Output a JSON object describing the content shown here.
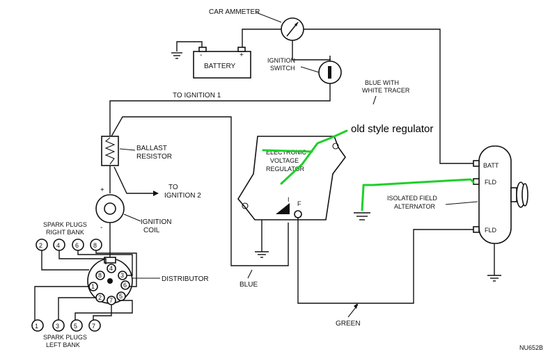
{
  "labels": {
    "car_ammeter": "CAR AMMETER",
    "battery": "BATTERY",
    "ignition_switch_1": "IGNITION",
    "ignition_switch_2": "SWITCH",
    "to_ignition_1": "TO IGNITION 1",
    "blue_white_1": "BLUE WITH",
    "blue_white_2": "WHITE TRACER",
    "ballast_1": "BALLAST",
    "ballast_2": "RESISTOR",
    "to_ign2_1": "TO",
    "to_ign2_2": "IGNITION 2",
    "regulator_1": "ELECTRONIC",
    "regulator_2": "VOLTAGE",
    "regulator_3": "REGULATOR",
    "reg_term_i": "I",
    "reg_term_f": "F",
    "batt": "BATT",
    "fld_top": "FLD",
    "fld_bottom": "FLD",
    "alternator_1": "ISOLATED FIELD",
    "alternator_2": "ALTERNATOR",
    "ignition_coil_1": "IGNITION",
    "ignition_coil_2": "COIL",
    "spark_right_1": "SPARK PLUGS",
    "spark_right_2": "RIGHT BANK",
    "spark_left_1": "SPARK PLUGS",
    "spark_left_2": "LEFT BANK",
    "distributor": "DISTRIBUTOR",
    "blue": "BLUE",
    "green": "GREEN",
    "figure_code": "NU652B",
    "battery_minus": "-",
    "battery_plus": "+",
    "coil_plus": "+",
    "coil_minus": "-"
  },
  "annotation": {
    "text": "old style regulator",
    "color": "#1fcf2a"
  },
  "spark_plugs": {
    "right_bank": [
      "2",
      "4",
      "6",
      "8"
    ],
    "left_bank": [
      "1",
      "3",
      "5",
      "7"
    ]
  },
  "distributor_terminals": [
    "4",
    "3",
    "6",
    "5",
    "7",
    "2",
    "1",
    "8"
  ],
  "icons": {
    "ammeter": "gauge-icon",
    "ground": "ground-icon",
    "pulley": "pulley-icon"
  }
}
